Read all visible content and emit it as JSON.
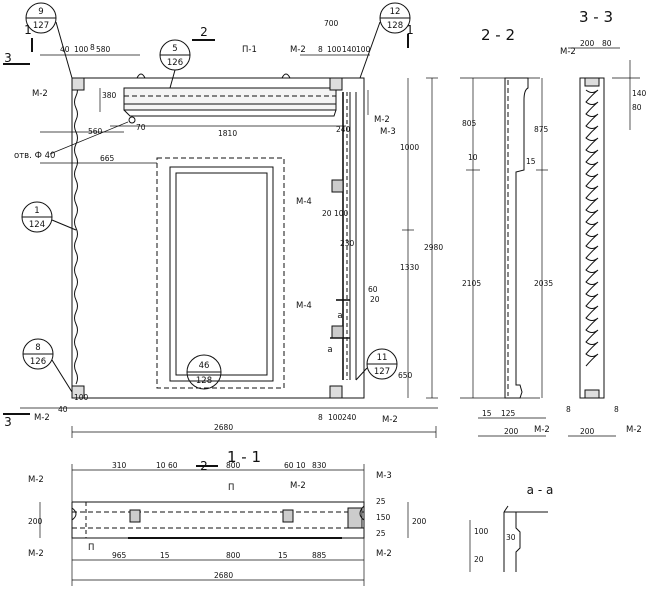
{
  "callouts": {
    "c1": {
      "top": "9",
      "bottom": "127"
    },
    "c2": {
      "top": "12",
      "bottom": "128"
    },
    "c3": {
      "top": "5",
      "bottom": "126"
    },
    "c4": {
      "top": "1",
      "bottom": "124"
    },
    "c5": {
      "top": "8",
      "bottom": "126"
    },
    "c6": {
      "top": "46",
      "bottom": "128"
    },
    "c7": {
      "top": "11",
      "bottom": "127"
    }
  },
  "section_labels": {
    "s22": "2 - 2",
    "s33": "3 - 3",
    "s11": "1 - 1",
    "saa": "а - а",
    "cut1_top": "1",
    "cut1_bot": "1",
    "cut2_top": "2",
    "cut2_bot": "2",
    "cut3_top": "3",
    "cut3_bot": "3",
    "cuta": "а",
    "cuta2": "а"
  },
  "marks": {
    "m2": "М-2",
    "m3": "М-3",
    "m4": "М-4",
    "p1": "П-1",
    "p": "П",
    "hole": "отв. Ф 40"
  },
  "dims": {
    "d580": "580",
    "d700": "700",
    "d40": "40",
    "d100": "100",
    "d8": "8",
    "d140": "140",
    "d380": "380",
    "d560": "560",
    "d1810": "1810",
    "d665": "665",
    "d70": "70",
    "d240": "240",
    "d1000": "1000",
    "d2980": "2980",
    "d1330": "1330",
    "d650": "650",
    "d60": "60",
    "d20": "20",
    "d230": "230",
    "d2680": "2680",
    "d200": "200",
    "d805": "805",
    "d875": "875",
    "d2105": "2105",
    "d2035": "2035",
    "d125": "125",
    "d15": "15",
    "d10": "10",
    "d310": "310",
    "d800": "800",
    "d830": "830",
    "d965": "965",
    "d885": "885",
    "d25": "25",
    "d150": "150",
    "d80": "80",
    "d30": "30"
  }
}
